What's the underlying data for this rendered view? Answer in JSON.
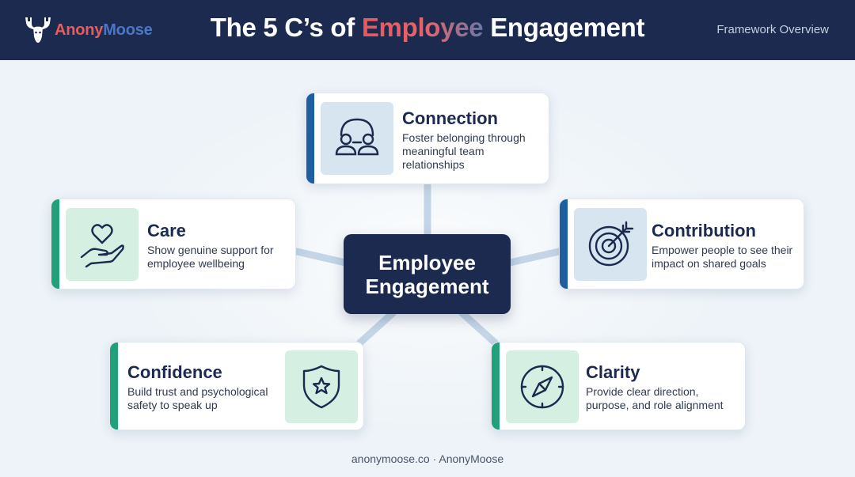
{
  "header": {
    "logo_part1": "Anony",
    "logo_part2": "Moose",
    "logo_icon": "moose-head-icon",
    "title_before": "The 5 C’s of ",
    "title_highlight": "Employee",
    "title_after": " Engagement",
    "subtitle": "Framework Overview"
  },
  "hub": {
    "line1": "Employee",
    "line2": "Engagement"
  },
  "cards": {
    "connection": {
      "title": "Connection",
      "description": "Foster belonging through meaningful team relationships",
      "icon": "people-connection-icon",
      "accent": "#1f5ea0"
    },
    "care": {
      "title": "Care",
      "description": "Show genuine support for employee wellbeing",
      "icon": "heart-hand-icon",
      "accent": "#22a07a"
    },
    "contribution": {
      "title": "Contribution",
      "description": "Empower people to see their impact on shared goals",
      "icon": "target-icon",
      "accent": "#1f5ea0"
    },
    "confidence": {
      "title": "Confidence",
      "description": "Build trust and psychological safety to speak up",
      "icon": "shield-star-icon",
      "accent": "#22a07a"
    },
    "clarity": {
      "title": "Clarity",
      "description": "Provide clear direction, purpose, and role alignment",
      "icon": "compass-icon",
      "accent": "#22a07a"
    }
  },
  "footer": "anonymoose.co · AnonyMoose",
  "colors": {
    "navy": "#1b2a4e",
    "blue_accent": "#1f5ea0",
    "green_accent": "#22a07a",
    "title_highlight": "#e9575a"
  }
}
